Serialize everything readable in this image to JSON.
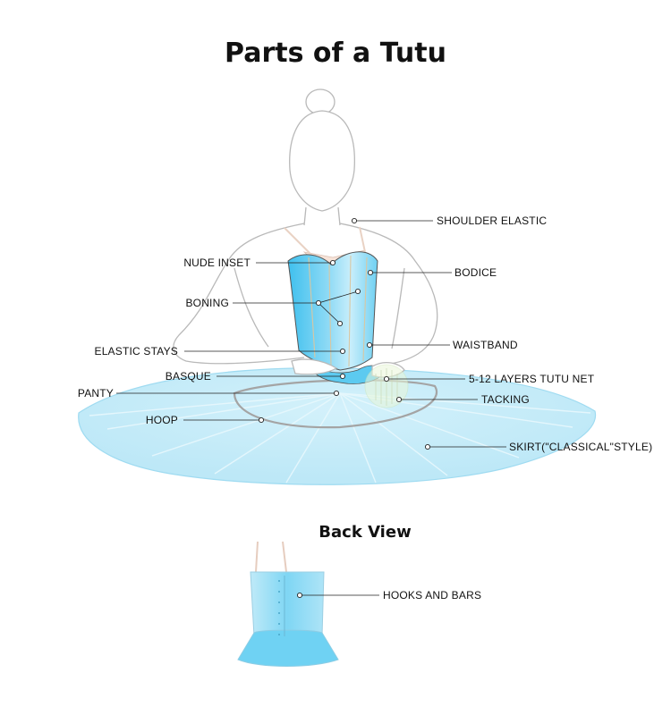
{
  "title": "Parts of a Tutu",
  "back_view_title": "Back View",
  "labels": {
    "shoulder_elastic": "SHOULDER ELASTIC",
    "nude_inset": "NUDE INSET",
    "bodice": "BODICE",
    "boning": "BONING",
    "waistband": "WAISTBAND",
    "elastic_stays": "ELASTIC STAYS",
    "basque": "BASQUE",
    "net_layers": "5-12 LAYERS TUTU NET",
    "panty": "PANTY",
    "tacking": "TACKING",
    "hoop": "HOOP",
    "skirt": "SKIRT(\"CLASSICAL\"STYLE)",
    "hooks_and_bars": "HOOKS AND BARS"
  },
  "colors": {
    "tutu_light": "#e6f7fd",
    "tutu_mid": "#bfeaf8",
    "bodice": "#5ccaf0",
    "bodice_light": "#a7e3f7",
    "outline": "#b9b9b9",
    "nude": "#f7e3d8"
  }
}
